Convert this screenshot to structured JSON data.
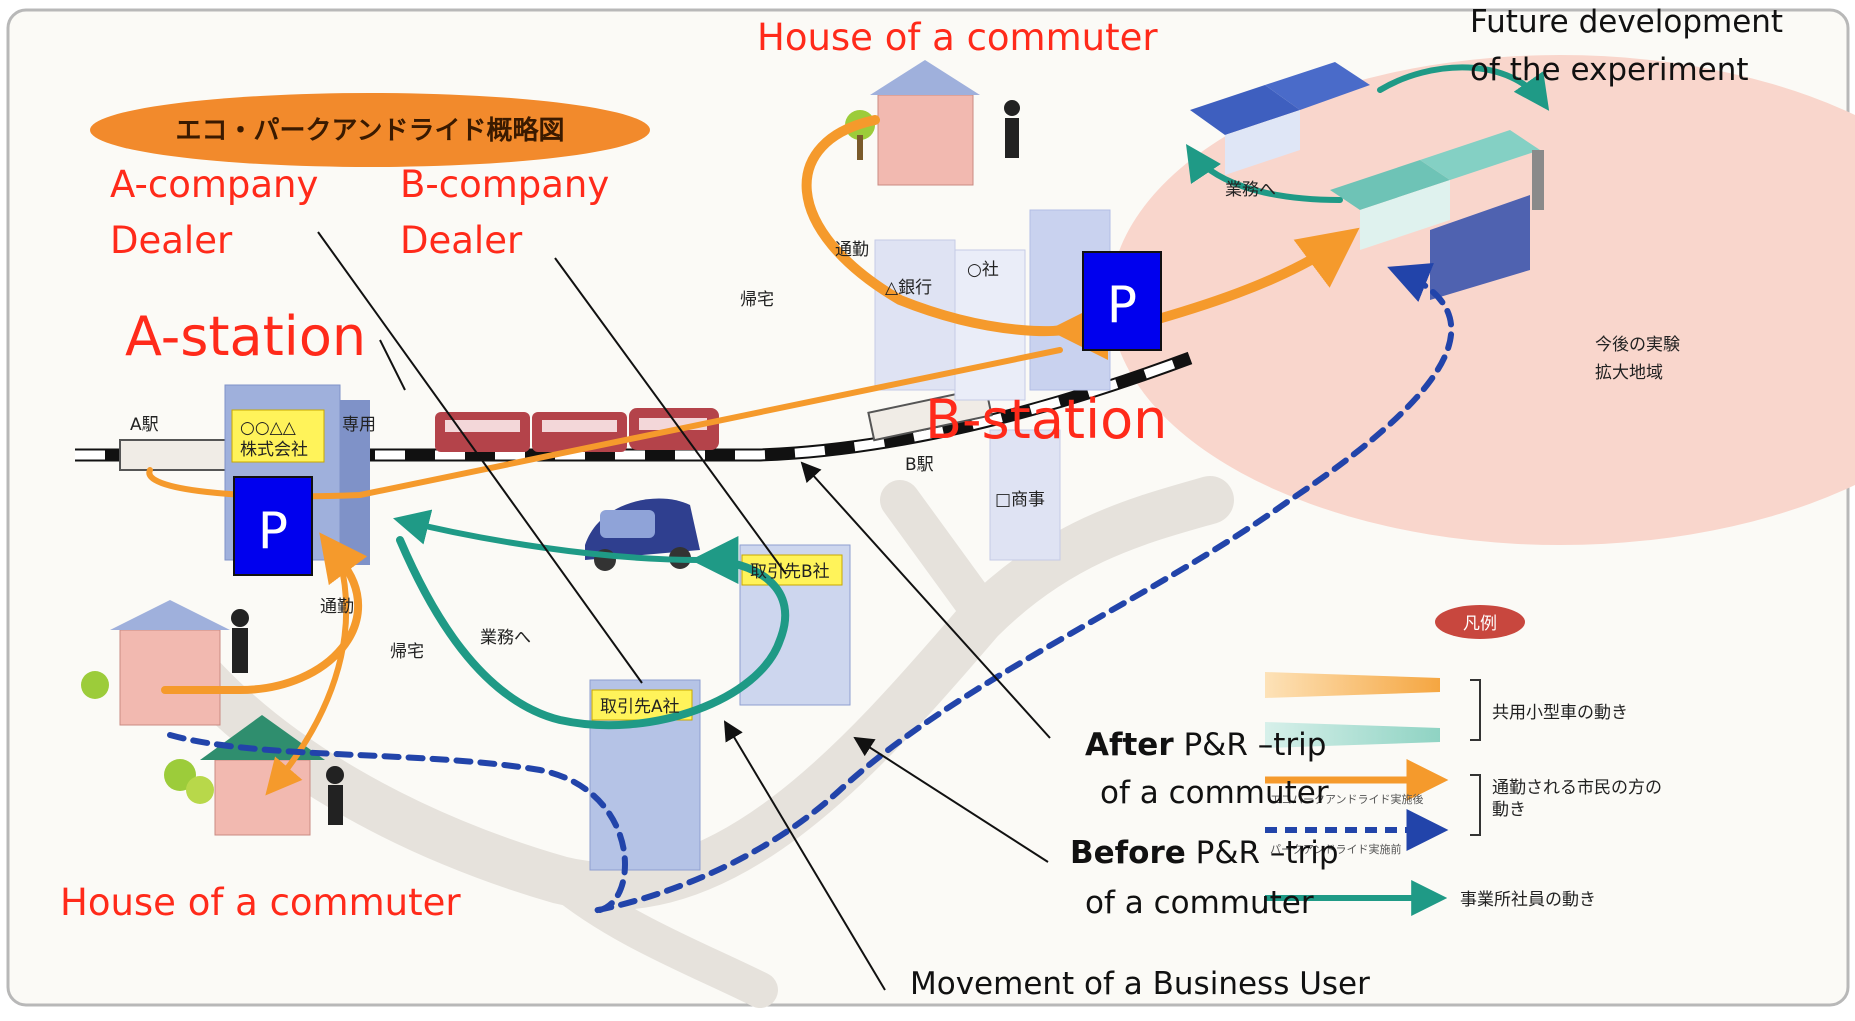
{
  "title_jp": "エコ・パークアンドライド概略図",
  "labels": {
    "house_top": "House of a commuter",
    "house_bottom": "House of a commuter",
    "future_line1": "Future development",
    "future_line2": "of the experiment",
    "a_company_line1": "A-company",
    "a_company_line2": "Dealer",
    "b_company_line1": "B-company",
    "b_company_line2": "Dealer",
    "a_station": "A-station",
    "b_station": "B-station",
    "parking_a": "P",
    "parking_b": "P",
    "after_bold": "After",
    "after_rest": " P&R –trip",
    "after_line2": "of a commuter",
    "before_bold": "Before",
    "before_rest": " P&R –trip",
    "before_line2": "of a commuter",
    "business": "Movement of a Business User"
  },
  "jp_labels": {
    "a_eki": "A駅",
    "b_eki": "B駅",
    "company_line1": "○○△△",
    "company_line2": "株式会社",
    "senyo": "専用",
    "tsukin_top": "通勤",
    "kitaku_top": "帰宅",
    "tsukin_bottom": "通勤",
    "kitaku_bottom": "帰宅",
    "gyomu_he_bottom": "業務へ",
    "gyomu_he_top": "業務へ",
    "ginko": "△銀行",
    "osha": "○社",
    "shoji": "□商事",
    "torihiki_a": "取引先A社",
    "torihiki_b": "取引先B社",
    "future_area_line1": "今後の実験",
    "future_area_line2": "拡大地域"
  },
  "legend": {
    "title": "凡例",
    "shared_car": "共用小型車の動き",
    "commuter_line1": "通勤される市民の方の",
    "commuter_line2": "動き",
    "after_tag": "エコパークアンドライド実施後",
    "before_tag": "パークアンドライド実施前",
    "employee": "事業所社員の動き"
  },
  "colors": {
    "label_red": "#ff2a1a",
    "parking_blue": "#0000ee",
    "orange_route": "#f59a2c",
    "teal_route": "#1f9a86",
    "dashed_blue": "#2244aa",
    "future_area": "#f9d6cc",
    "title_oval": "#f28a2c"
  }
}
